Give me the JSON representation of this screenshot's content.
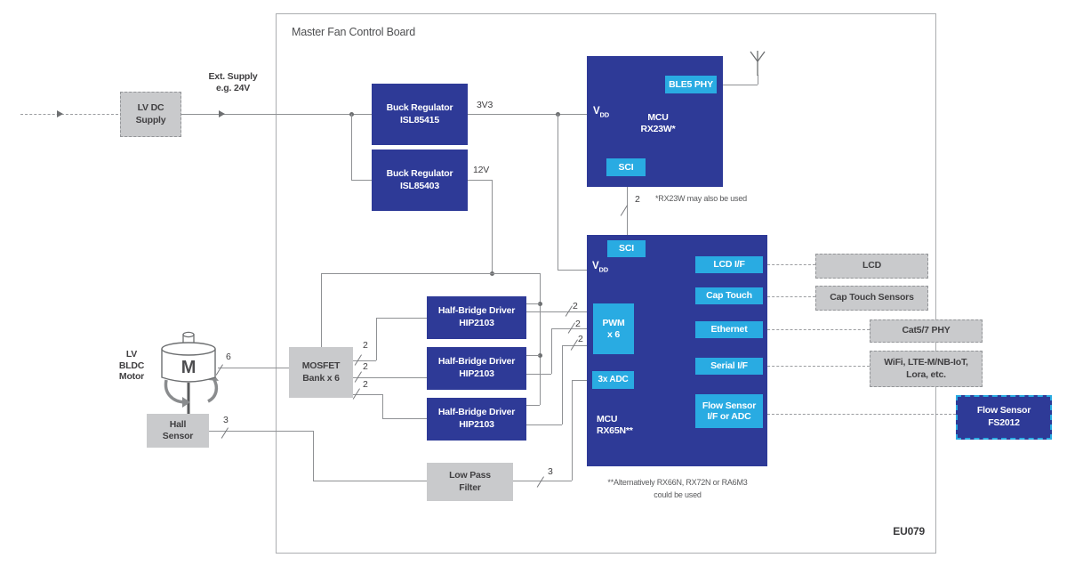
{
  "title": "Master Fan Control Board",
  "diagram_code": "EU079",
  "colors": {
    "dark_blue": "#2e3a97",
    "cyan": "#29abe2",
    "gray_box": "#c9cacc",
    "wire": "#8f9194"
  },
  "ext_supply": {
    "line1": "Ext. Supply",
    "line2": "e.g. 24V"
  },
  "lv_dc_supply": {
    "line1": "LV DC",
    "line2": "Supply"
  },
  "buck1": {
    "line1": "Buck Regulator",
    "line2": "ISL85415",
    "rail": "3V3"
  },
  "buck2": {
    "line1": "Buck Regulator",
    "line2": "ISL85403",
    "rail": "12V"
  },
  "mcu1": {
    "vdd": "V",
    "vdd_sub": "DD",
    "ble_phy": "BLE5 PHY",
    "sci": "SCI",
    "name1": "MCU",
    "name2": "RX23W*",
    "footnote": "*RX23W may also be used"
  },
  "mcu2": {
    "vdd": "V",
    "vdd_sub": "DD",
    "sci": "SCI",
    "pwm1": "PWM",
    "pwm2": "x 6",
    "adc": "3x ADC",
    "name1": "MCU",
    "name2": "RX65N**",
    "lcd_if": "LCD I/F",
    "cap_touch": "Cap Touch",
    "ethernet": "Ethernet",
    "serial_if": "Serial I/F",
    "flow1": "Flow Sensor",
    "flow2": "I/F or ADC",
    "footnote1": "**Alternatively RX66N, RX72N or RA6M3",
    "footnote2": "could be used"
  },
  "drivers": [
    {
      "line1": "Half-Bridge Driver",
      "line2": "HIP2103"
    },
    {
      "line1": "Half-Bridge Driver",
      "line2": "HIP2103"
    },
    {
      "line1": "Half-Bridge Driver",
      "line2": "HIP2103"
    }
  ],
  "mosfet_bank": {
    "line1": "MOSFET",
    "line2": "Bank x 6"
  },
  "motor": {
    "line1": "LV",
    "line2": "BLDC",
    "line3": "Motor",
    "symbol": "M"
  },
  "hall_sensor": {
    "line1": "Hall",
    "line2": "Sensor"
  },
  "low_pass_filter": {
    "line1": "Low Pass",
    "line2": "Filter"
  },
  "peripherals": {
    "lcd": "LCD",
    "cap_touch": "Cap Touch Sensors",
    "phy": "Cat5/7 PHY",
    "wifi1": "WiFi, LTE-M/NB-IoT,",
    "wifi2": "Lora, etc.",
    "flow1": "Flow Sensor",
    "flow2": "FS2012"
  },
  "bus_widths": {
    "motor": "6",
    "hall": "3",
    "adc": "3",
    "sci": "2",
    "bank": [
      "2",
      "2",
      "2"
    ],
    "pwm": [
      "2",
      "2",
      "2"
    ]
  }
}
